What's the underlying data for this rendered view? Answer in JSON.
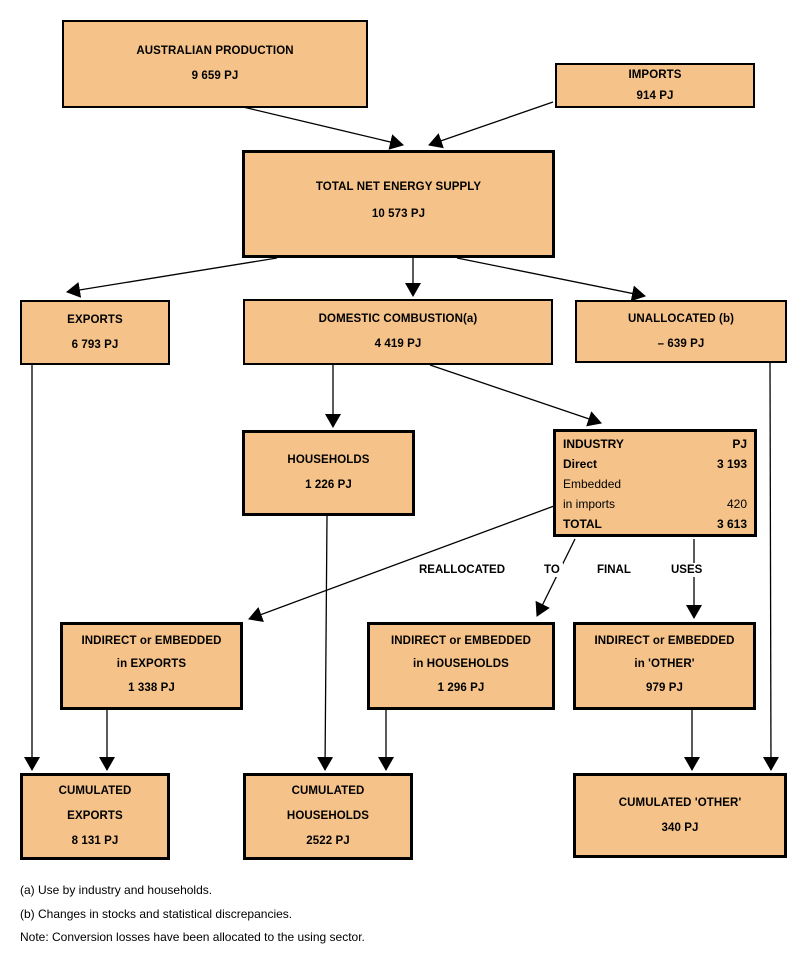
{
  "nodes": {
    "australian_production": {
      "title": "AUSTRALIAN PRODUCTION",
      "value": "9 659 PJ"
    },
    "imports": {
      "title": "IMPORTS",
      "value": "914 PJ"
    },
    "total_net_energy_supply": {
      "title": "TOTAL NET ENERGY SUPPLY",
      "value": "10 573 PJ"
    },
    "exports": {
      "title": "EXPORTS",
      "value": "6 793 PJ"
    },
    "domestic_combustion": {
      "title": "DOMESTIC COMBUSTION(a)",
      "value": "4 419 PJ"
    },
    "unallocated": {
      "title": "UNALLOCATED (b)",
      "value": "– 639 PJ"
    },
    "households": {
      "title": "HOUSEHOLDS",
      "value": "1 226 PJ"
    },
    "industry": {
      "rows": [
        {
          "label": "INDUSTRY",
          "value": "PJ"
        },
        {
          "label": "Direct",
          "value": "3 193"
        },
        {
          "label": "Embedded",
          "value": ""
        },
        {
          "label": "in imports",
          "value": "420"
        },
        {
          "label": "TOTAL",
          "value": "3 613"
        }
      ]
    },
    "indirect_exports": {
      "line1": "INDIRECT or EMBEDDED",
      "line2": "in EXPORTS",
      "value": "1 338 PJ"
    },
    "indirect_households": {
      "line1": "INDIRECT or EMBEDDED",
      "line2": "in HOUSEHOLDS",
      "value": "1 296 PJ"
    },
    "indirect_other": {
      "line1": "INDIRECT or EMBEDDED",
      "line2": "in 'OTHER'",
      "value": "979 PJ"
    },
    "cumulated_exports": {
      "line1": "CUMULATED",
      "line2": "EXPORTS",
      "value": "8 131 PJ"
    },
    "cumulated_households": {
      "line1": "CUMULATED",
      "line2": "HOUSEHOLDS",
      "value": "2522 PJ"
    },
    "cumulated_other": {
      "title": "CUMULATED 'OTHER'",
      "value": "340 PJ"
    }
  },
  "caption": {
    "word1": "REALLOCATED",
    "word2": "TO",
    "word3": "FINAL",
    "word4": "USES"
  },
  "footnotes": [
    "(a) Use by industry and households.",
    "(b) Changes in stocks and statistical discrepancies.",
    "Note: Conversion losses have been allocated to the using sector."
  ],
  "colors": {
    "box_fill": "#F5C289",
    "box_border": "#000000",
    "line": "#000000"
  }
}
